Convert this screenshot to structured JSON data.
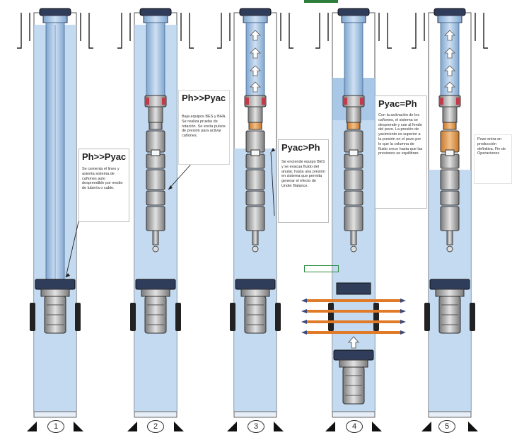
{
  "wells": [
    {
      "number": "1",
      "title": "Ph>>Pyac",
      "text": "Se cementa el lineo y asienta sistema de cañones auto desprendible por medio de tubería o cable."
    },
    {
      "number": "2",
      "title": "Ph>>Pyac",
      "text": "Baja equipos BES y BHA. Se realiza prueba de rotación. Se envía pulsos de presión para activar cañones."
    },
    {
      "number": "3",
      "title": "Pyac>Ph",
      "text": "Se enciende equipo BES y se evacua fluido del anular, hasta una presión en sistema que permita generar el efecto de Under Balance."
    },
    {
      "number": "4",
      "title": "Pyac=Ph",
      "text": "Con la activación de los cañones, el sistema se desprende y cae al fondo del pozo. La presión de yacimiento es superior a la presión en el pozo por lo que la columna de fluido crece hasta que las presiones se equilibran."
    },
    {
      "number": "5",
      "title": "",
      "text": "Pozo entra en producción definitiva. Fin de Operaciones"
    }
  ],
  "colors": {
    "fluid": "#b9d3ee",
    "fluid_dark": "#8fb4dd",
    "arrow": "#e07b2a",
    "pump": "#c0c0c0"
  }
}
